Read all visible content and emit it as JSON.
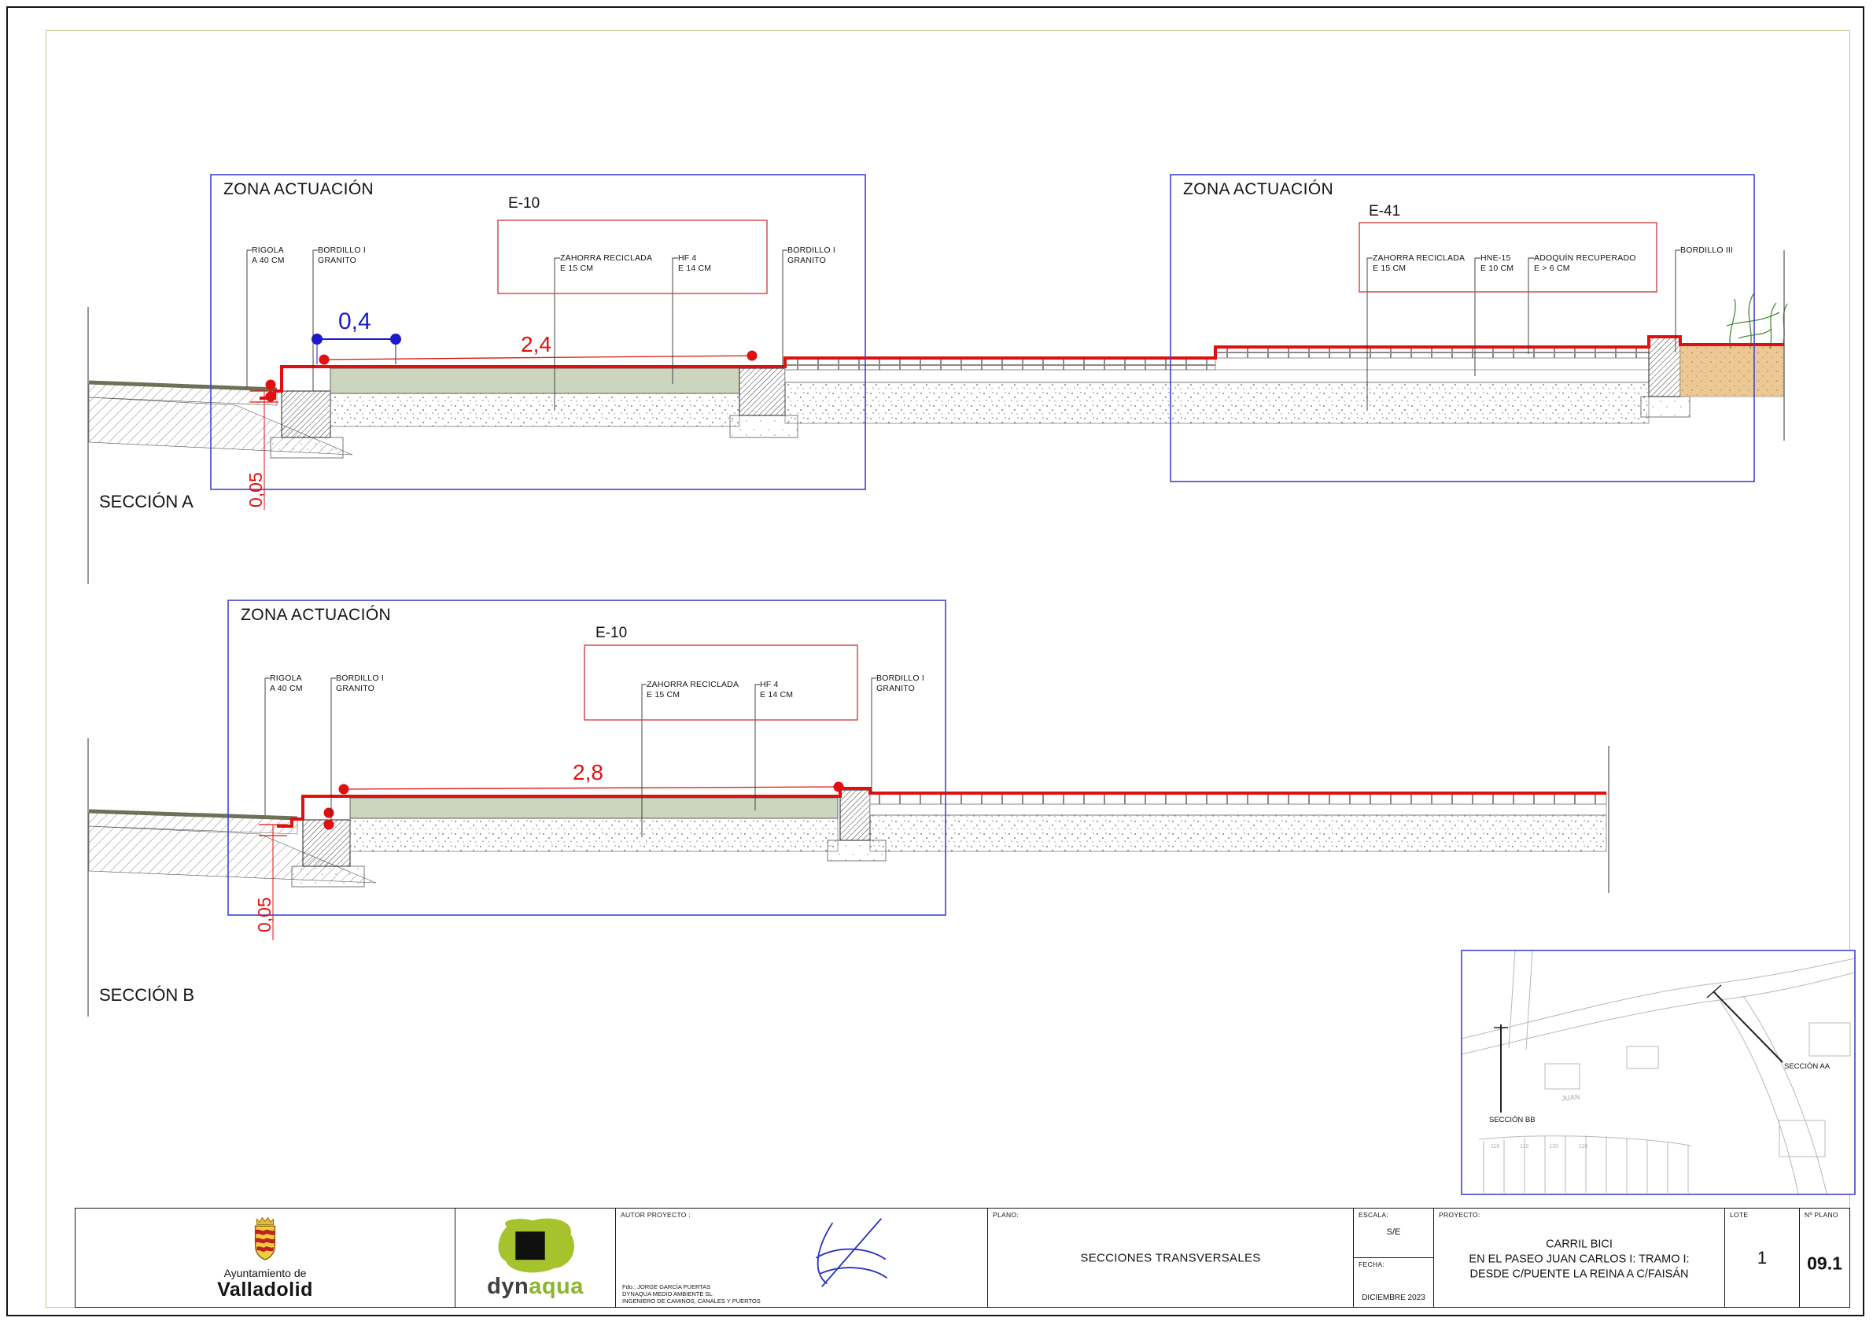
{
  "colors": {
    "zone_border": "#4343cf",
    "callout_box_border": "#cc4444",
    "profile_red": "#e01010",
    "dim_blue": "#1a1acc",
    "layer_green": "#ccd6bf",
    "sand_tan": "#ecc894"
  },
  "section_a": {
    "label": "SECCIÓN A",
    "zone_left": {
      "title": "ZONA ACTUACIÓN",
      "tag": "E-10"
    },
    "zone_right": {
      "title": "ZONA ACTUACIÓN",
      "tag": "E-41"
    },
    "callouts": {
      "rigola": {
        "l1": "RIGOLA",
        "l2": "A 40 CM"
      },
      "bordillo_left": {
        "l1": "BORDILLO I",
        "l2": "GRANITO"
      },
      "zahorra": {
        "l1": "ZAHORRA RECICLADA",
        "l2": "E 15 CM"
      },
      "hf4": {
        "l1": "HF 4",
        "l2": "E 14 CM"
      },
      "bordillo_right": {
        "l1": "BORDILLO I",
        "l2": "GRANITO"
      },
      "zahorra_r": {
        "l1": "ZAHORRA RECICLADA",
        "l2": "E 15 CM"
      },
      "hne15": {
        "l1": "HNE-15",
        "l2": "E 10 CM"
      },
      "adoquin": {
        "l1": "ADOQUÍN RECUPERADO",
        "l2": "E > 6 CM"
      },
      "bordillo_iii": {
        "l1": "BORDILLO III"
      }
    },
    "dims": {
      "band": "0,4",
      "lane": "2,4",
      "depth": "0,05"
    }
  },
  "section_b": {
    "label": "SECCIÓN B",
    "zone": {
      "title": "ZONA ACTUACIÓN",
      "tag": "E-10"
    },
    "callouts": {
      "rigola": {
        "l1": "RIGOLA",
        "l2": "A 40 CM"
      },
      "bordillo_left": {
        "l1": "BORDILLO I",
        "l2": "GRANITO"
      },
      "zahorra": {
        "l1": "ZAHORRA RECICLADA",
        "l2": "E 15 CM"
      },
      "hf4": {
        "l1": "HF 4",
        "l2": "E 14 CM"
      },
      "bordillo_right": {
        "l1": "BORDILLO I",
        "l2": "GRANITO"
      }
    },
    "dims": {
      "lane": "2,8",
      "depth": "0,05"
    }
  },
  "map": {
    "section_aa": "SECCIÓN AA",
    "section_bb": "SECCIÓN BB",
    "street": "JUAN",
    "plot_numbers": "119 110 120 126"
  },
  "titleblock": {
    "ayto_line1": "Ayuntamiento de",
    "ayto_line2": "Valladolid",
    "dynaqua_dark": "dyn",
    "dynaqua_green": "aqua",
    "autor_label": "AUTOR PROYECTO :",
    "autor_line1": "Fdo.: JORGE GARCÍA PUERTAS",
    "autor_line2": "DYNAQUA MEDIO AMBIENTE SL",
    "autor_line3": "INGENIERO DE CAMINOS, CANALES Y PUERTOS",
    "plano_label": "PLANO:",
    "plano_title": "SECCIONES TRANSVERSALES",
    "escala_label": "ESCALA:",
    "escala_value": "S/E",
    "fecha_label": "FECHA:",
    "fecha_value": "DICIEMBRE 2023",
    "proyecto_label": "PROYECTO:",
    "proyecto_line1": "CARRIL BICI",
    "proyecto_line2": "EN EL PASEO JUAN CARLOS I: TRAMO I:",
    "proyecto_line3": "DESDE C/PUENTE LA REINA A C/FAISÁN",
    "lote_label": "LOTE",
    "lote_value": "1",
    "nplano_label": "Nº PLANO",
    "nplano_value": "09.1"
  }
}
